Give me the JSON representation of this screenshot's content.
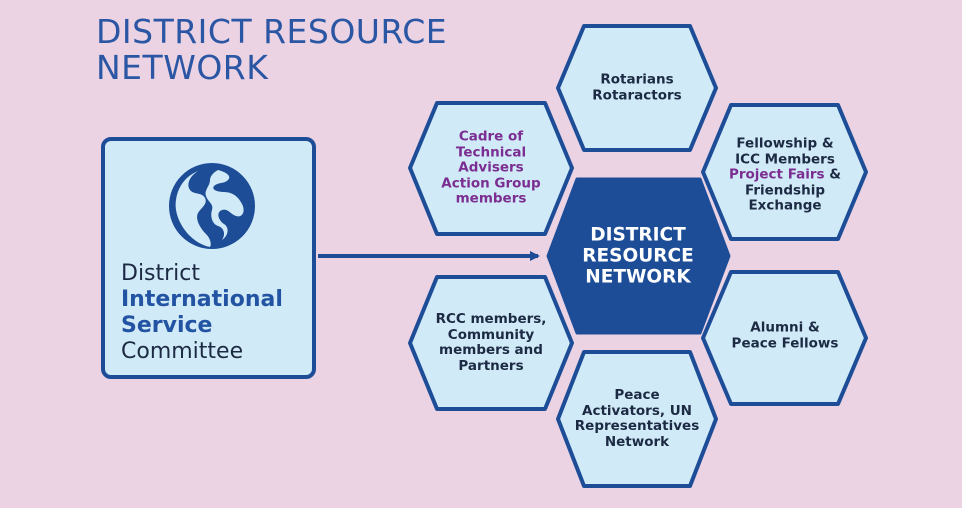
{
  "title": {
    "line1": "DISTRICT RESOURCE",
    "line2": "NETWORK"
  },
  "committee": {
    "line1": "District",
    "line2": "International",
    "line3": "Service",
    "line4": "Committee",
    "icon": "globe-icon"
  },
  "center": {
    "line1": "DISTRICT",
    "line2": "RESOURCE",
    "line3": "NETWORK"
  },
  "nodes": {
    "rotarians": {
      "line1": "Rotarians",
      "line2": "Rotaractors"
    },
    "cadre": {
      "line1": "Cadre of",
      "line2": "Technical",
      "line3": "Advisers",
      "line4": "Action Group",
      "line5": "members"
    },
    "fellowship": {
      "line1": "Fellowship &",
      "line2": "ICC Members",
      "line3_highlight": "Project Fairs",
      "line3_rest": " &",
      "line4": "Friendship",
      "line5": "Exchange"
    },
    "rcc": {
      "line1": "RCC members,",
      "line2": "Community",
      "line3": "members and",
      "line4": "Partners"
    },
    "alumni": {
      "line1": "Alumni &",
      "line2": "Peace Fellows"
    },
    "peace": {
      "line1": "Peace",
      "line2": "Activators, UN",
      "line3": "Representatives",
      "line4": "Network"
    }
  },
  "colors": {
    "background": "#ebd3e4",
    "dark_blue": "#1d4d97",
    "light_blue": "#d1eaf7",
    "purple": "#7b2d91"
  }
}
